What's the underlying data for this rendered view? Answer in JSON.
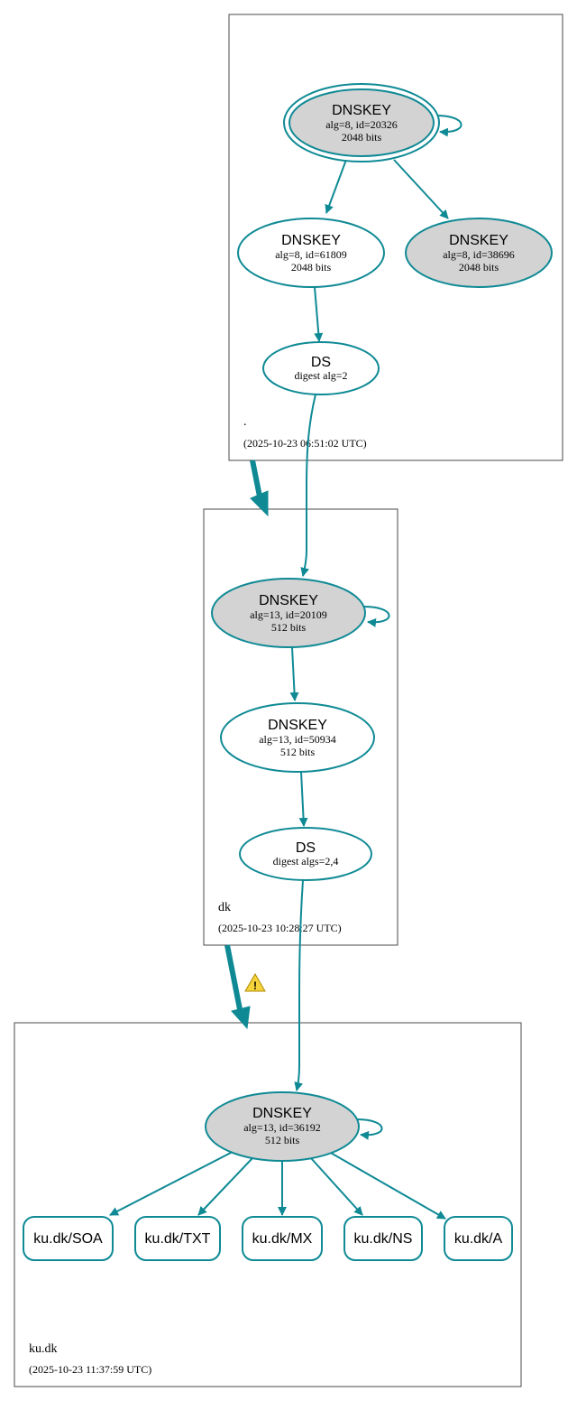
{
  "zones": [
    {
      "name": ".",
      "timestamp": "(2025-10-23 06:51:02 UTC)"
    },
    {
      "name": "dk",
      "timestamp": "(2025-10-23 10:28:27 UTC)"
    },
    {
      "name": "ku.dk",
      "timestamp": "(2025-10-23 11:37:59 UTC)"
    }
  ],
  "nodes": {
    "root_ksk": {
      "type": "DNSKEY",
      "line1": "alg=8, id=20326",
      "line2": "2048 bits"
    },
    "root_zsk1": {
      "type": "DNSKEY",
      "line1": "alg=8, id=61809",
      "line2": "2048 bits"
    },
    "root_zsk2": {
      "type": "DNSKEY",
      "line1": "alg=8, id=38696",
      "line2": "2048 bits"
    },
    "root_ds": {
      "type": "DS",
      "line1": "digest alg=2"
    },
    "dk_ksk": {
      "type": "DNSKEY",
      "line1": "alg=13, id=20109",
      "line2": "512 bits"
    },
    "dk_zsk": {
      "type": "DNSKEY",
      "line1": "alg=13, id=50934",
      "line2": "512 bits"
    },
    "dk_ds": {
      "type": "DS",
      "line1": "digest algs=2,4"
    },
    "kudk_key": {
      "type": "DNSKEY",
      "line1": "alg=13, id=36192",
      "line2": "512 bits"
    }
  },
  "rrsets": [
    "ku.dk/SOA",
    "ku.dk/TXT",
    "ku.dk/MX",
    "ku.dk/NS",
    "ku.dk/A"
  ],
  "warning_icon": "warning-triangle-icon",
  "colors": {
    "edge": "#0f8a95",
    "sep_fill": "#d3d3d3",
    "warning": "#f5d33a"
  }
}
